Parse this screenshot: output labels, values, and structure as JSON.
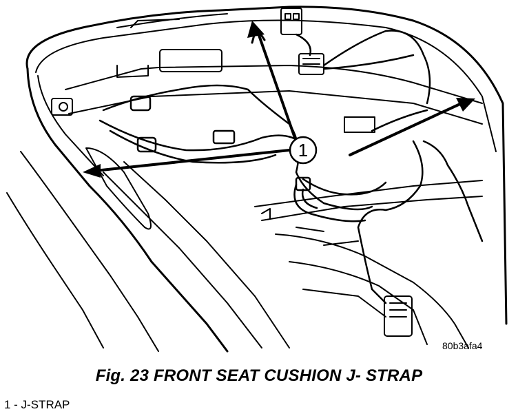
{
  "figure": {
    "callout_number": "1",
    "image_code": "80b3afa4"
  },
  "caption": "Fig. 23 FRONT SEAT CUSHION J- STRAP",
  "legend": [
    {
      "text": "1 - J-STRAP"
    }
  ]
}
